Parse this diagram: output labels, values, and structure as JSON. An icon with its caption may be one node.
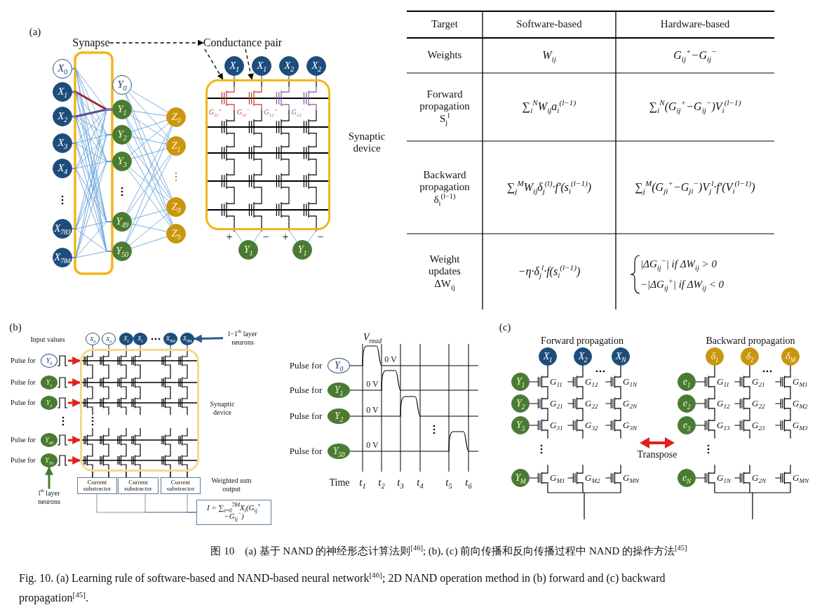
{
  "diagram": {
    "caption": "图 10　(a) 基于 NAND 的神经形态计算法则$^{[46]}$; (b), (c) 前向传播和反向传播过程中 NAND 的操作方法$^{[45]}$",
    "nodes": [
      {
        "text": [
          "Synapse"
        ]
      },
      {
        "text": [
          "Conductance pair"
        ]
      },
      {
        "text": [
          "X$_{0}$"
        ]
      },
      {
        "text": [
          "X$_{1}$"
        ]
      },
      {
        "text": [
          "X$_{2}$"
        ]
      },
      {
        "text": [
          "X$_{3}$"
        ]
      },
      {
        "text": [
          "X$_{4}$"
        ]
      },
      {
        "text": [
          "X$_{783}$"
        ]
      },
      {
        "text": [
          "X$_{784}$"
        ]
      },
      {
        "text": [
          "Y$_{0}$"
        ]
      },
      {
        "text": [
          "Y$_{1}$"
        ]
      },
      {
        "text": [
          "Y$_{2}$"
        ]
      },
      {
        "text": [
          "Y$_{3}$"
        ]
      },
      {
        "text": [
          "Y$_{49}$"
        ]
      },
      {
        "text": [
          "Y$_{50}$"
        ]
      },
      {
        "text": [
          "Z$_{0}$"
        ]
      },
      {
        "text": [
          "Z$_{1}$"
        ]
      },
      {
        "text": [
          "Z$_{8}$"
        ]
      },
      {
        "text": [
          "Z$_{9}$"
        ]
      },
      {
        "text": [],
        "shape": "box",
        "beside": [
          "Synaptic device"
        ]
      },
      {
        "text": [
          "X$_{1}$"
        ]
      },
      {
        "text": [
          "X$_{1}$"
        ]
      },
      {
        "text": [
          "X$_{2}$"
        ]
      },
      {
        "text": [
          "X$_{2}$"
        ]
      },
      {
        "text": [
          "Y$_{1}$"
        ]
      },
      {
        "text": [
          "Y$_{1}$"
        ]
      },
      {
        "text": [
          "X$_{0}$"
        ]
      },
      {
        "text": [
          "X$_{0}$"
        ]
      },
      {
        "text": [
          "X$_{1}$"
        ]
      },
      {
        "text": [
          "X$_{1}$"
        ]
      },
      {
        "text": [
          "X$_{784}$"
        ]
      },
      {
        "text": [
          "X$_{784}$"
        ]
      },
      {
        "text": [
          "l−1$^{th}$ layer neurons"
        ]
      },
      {
        "text": [
          "Y$_{0}$"
        ]
      },
      {
        "text": [
          "Y$_{1}$"
        ]
      },
      {
        "text": [
          "Y$_{2}$"
        ]
      },
      {
        "text": [
          "Y$_{49}$"
        ]
      },
      {
        "text": [
          "Y$_{50}$"
        ]
      },
      {
        "text": [],
        "shape": "box",
        "beside": [
          "Synaptic device"
        ]
      },
      {
        "text": [
          "l$^{th}$ layer neurons"
        ]
      },
      {
        "text": [
          "Current substractor"
        ]
      },
      {
        "text": [
          "Current substractor"
        ]
      },
      {
        "text": [
          "Current substractor"
        ]
      },
      {
        "text": [
          "I = ∑$_{i=0}$$^{784}$X$_{i}$(G$_{ij}$$^{+}$−G$_{ij}$$^{−}$)"
        ]
      },
      {
        "text": [
          "Y$_{0}$"
        ]
      },
      {
        "text": [
          "Y$_{1}$"
        ]
      },
      {
        "text": [
          "Y$_{2}$"
        ]
      },
      {
        "text": [
          "Y$_{50}$"
        ]
      },
      {
        "text": [
          "X$_{1}$"
        ]
      },
      {
        "text": [
          "X$_{2}$"
        ]
      },
      {
        "text": [
          "X$_{N}$"
        ]
      },
      {
        "text": [
          "Y$_{1}$"
        ]
      },
      {
        "text": [
          "Y$_{2}$"
        ]
      },
      {
        "text": [
          "Y$_{3}$"
        ]
      },
      {
        "text": [
          "Y$_{M}$"
        ]
      },
      {
        "text": [
          "δ$_{1}$"
        ]
      },
      {
        "text": [
          "δ$_{2}$"
        ]
      },
      {
        "text": [
          "δ$_{M}$"
        ]
      },
      {
        "text": [
          "e$_{1}$"
        ]
      },
      {
        "text": [
          "e$_{2}$"
        ]
      },
      {
        "text": [
          "e$_{3}$"
        ]
      },
      {
        "text": [
          "e$_{N}$"
        ]
      }
    ],
    "edges": [
      {
        "from": 0,
        "to": 1,
        "arrow": "to",
        "style": "dashed",
        "color": "#000000"
      },
      {
        "from": 1,
        "to": 19,
        "arrow": "to",
        "style": "dashed",
        "color": "#000000"
      },
      {
        "from": 1,
        "to": 19,
        "arrow": "to",
        "style": "dashed",
        "color": "#000000"
      },
      {
        "from": 2,
        "to": 10,
        "arrow": "none"
      },
      {
        "from": 2,
        "to": 11,
        "arrow": "none"
      },
      {
        "from": 2,
        "to": 12,
        "arrow": "none"
      },
      {
        "from": 2,
        "to": 13,
        "arrow": "none"
      },
      {
        "from": 2,
        "to": 14,
        "arrow": "none"
      },
      {
        "from": 3,
        "to": 10,
        "arrow": "none",
        "style": "thick",
        "color": "#a3283a"
      },
      {
        "from": 3,
        "to": 11,
        "arrow": "none"
      },
      {
        "from": 3,
        "to": 12,
        "arrow": "none"
      },
      {
        "from": 3,
        "to": 13,
        "arrow": "none"
      },
      {
        "from": 3,
        "to": 14,
        "arrow": "none"
      },
      {
        "from": 4,
        "to": 10,
        "arrow": "none",
        "style": "thick",
        "color": "#5b4a8e"
      },
      {
        "from": 4,
        "to": 11,
        "arrow": "none"
      },
      {
        "from": 4,
        "to": 12,
        "arrow": "none"
      },
      {
        "from": 4,
        "to": 13,
        "arrow": "none"
      },
      {
        "from": 4,
        "to": 14,
        "arrow": "none"
      },
      {
        "from": 5,
        "to": 10,
        "arrow": "none"
      },
      {
        "from": 5,
        "to": 11,
        "arrow": "none"
      },
      {
        "from": 5,
        "to": 12,
        "arrow": "none"
      },
      {
        "from": 5,
        "to": 13,
        "arrow": "none"
      },
      {
        "from": 5,
        "to": 14,
        "arrow": "none"
      },
      {
        "from": 6,
        "to": 10,
        "arrow": "none"
      },
      {
        "from": 6,
        "to": 11,
        "arrow": "none"
      },
      {
        "from": 6,
        "to": 12,
        "arrow": "none"
      },
      {
        "from": 6,
        "to": 13,
        "arrow": "none"
      },
      {
        "from": 6,
        "to": 14,
        "arrow": "none"
      },
      {
        "from": 7,
        "to": 10,
        "arrow": "none"
      },
      {
        "from": 7,
        "to": 11,
        "arrow": "none"
      },
      {
        "from": 7,
        "to": 12,
        "arrow": "none"
      },
      {
        "from": 7,
        "to": 13,
        "arrow": "none"
      },
      {
        "from": 7,
        "to": 14,
        "arrow": "none"
      },
      {
        "from": 8,
        "to": 10,
        "arrow": "none"
      },
      {
        "from": 8,
        "to": 11,
        "arrow": "none"
      },
      {
        "from": 8,
        "to": 12,
        "arrow": "none"
      },
      {
        "from": 8,
        "to": 13,
        "arrow": "none"
      },
      {
        "from": 8,
        "to": 14,
        "arrow": "none"
      },
      {
        "from": 9,
        "to": 15,
        "arrow": "none"
      },
      {
        "from": 9,
        "to": 16,
        "arrow": "none"
      },
      {
        "from": 9,
        "to": 17,
        "arrow": "none"
      },
      {
        "from": 9,
        "to": 18,
        "arrow": "none"
      },
      {
        "from": 10,
        "to": 15,
        "arrow": "none"
      },
      {
        "from": 10,
        "to": 16,
        "arrow": "none"
      },
      {
        "from": 10,
        "to": 17,
        "arrow": "none"
      },
      {
        "from": 10,
        "to": 18,
        "arrow": "none"
      },
      {
        "from": 11,
        "to": 15,
        "arrow": "none"
      },
      {
        "from": 11,
        "to": 16,
        "arrow": "none"
      },
      {
        "from": 11,
        "to": 17,
        "arrow": "none"
      },
      {
        "from": 11,
        "to": 18,
        "arrow": "none"
      },
      {
        "from": 12,
        "to": 15,
        "arrow": "none"
      },
      {
        "from": 12,
        "to": 16,
        "arrow": "none"
      },
      {
        "from": 12,
        "to": 17,
        "arrow": "none"
      },
      {
        "from": 12,
        "to": 18,
        "arrow": "none"
      },
      {
        "from": 13,
        "to": 15,
        "arrow": "none"
      },
      {
        "from": 13,
        "to": 16,
        "arrow": "none"
      },
      {
        "from": 13,
        "to": 17,
        "arrow": "none"
      },
      {
        "from": 13,
        "to": 18,
        "arrow": "none"
      },
      {
        "from": 14,
        "to": 15,
        "arrow": "none"
      },
      {
        "from": 14,
        "to": 16,
        "arrow": "none"
      },
      {
        "from": 14,
        "to": 17,
        "arrow": "none"
      },
      {
        "from": 14,
        "to": 18,
        "arrow": "none"
      },
      {
        "from": 20,
        "to": 19,
        "arrow": "none",
        "color": "#000000"
      },
      {
        "from": 21,
        "to": 19,
        "arrow": "none",
        "color": "#000000"
      },
      {
        "from": 22,
        "to": 19,
        "arrow": "none",
        "color": "#000000"
      },
      {
        "from": 23,
        "to": 19,
        "arrow": "none",
        "color": "#000000"
      },
      {
        "from": 24,
        "to": 19,
        "arrow": "none",
        "label": "+"
      },
      {
        "from": 24,
        "to": 19,
        "arrow": "none",
        "label": "−"
      },
      {
        "from": 25,
        "to": 19,
        "arrow": "none",
        "label": "+"
      },
      {
        "from": 25,
        "to": 19,
        "arrow": "none",
        "label": "−"
      },
      {
        "from": 32,
        "to": 31,
        "arrow": "to",
        "style": "thick",
        "color": "#2e5b8a"
      },
      {
        "from": 26,
        "to": 38,
        "arrow": "none",
        "color": "#000000"
      },
      {
        "from": 27,
        "to": 38,
        "arrow": "none",
        "color": "#000000"
      },
      {
        "from": 28,
        "to": 38,
        "arrow": "none",
        "color": "#000000"
      },
      {
        "from": 29,
        "to": 38,
        "arrow": "none",
        "color": "#000000"
      },
      {
        "from": 30,
        "to": 38,
        "arrow": "none",
        "color": "#000000"
      },
      {
        "from": 31,
        "to": 38,
        "arrow": "none",
        "color": "#000000"
      },
      {
        "from": null,
        "to": 38,
        "arrow": "to",
        "style": "thick",
        "color": "#e0201b"
      },
      {
        "from": null,
        "to": 38,
        "arrow": "to",
        "style": "thick",
        "color": "#e0201b"
      },
      {
        "from": null,
        "to": 38,
        "arrow": "to",
        "style": "thick",
        "color": "#e0201b"
      },
      {
        "from": null,
        "to": 38,
        "arrow": "to",
        "style": "thick",
        "color": "#e0201b"
      },
      {
        "from": null,
        "to": 38,
        "arrow": "to",
        "style": "thick",
        "color": "#e0201b"
      },
      {
        "from": 39,
        "to": 37,
        "arrow": "to",
        "style": "thick",
        "color": "#4a7b34"
      },
      {
        "from": 38,
        "to": 40,
        "arrow": "none",
        "color": "#000000"
      },
      {
        "from": 38,
        "to": 40,
        "arrow": "none",
        "color": "#000000"
      },
      {
        "from": 38,
        "to": 41,
        "arrow": "none",
        "color": "#000000"
      },
      {
        "from": 38,
        "to": 41,
        "arrow": "none",
        "color": "#000000"
      },
      {
        "from": 38,
        "to": 42,
        "arrow": "none",
        "color": "#000000"
      },
      {
        "from": 38,
        "to": 42,
        "arrow": "none",
        "color": "#000000"
      },
      {
        "from": 40,
        "to": 43,
        "arrow": "none",
        "color": "#5a7fa0"
      },
      {
        "from": 41,
        "to": 43,
        "arrow": "none",
        "color": "#5a7fa0"
      },
      {
        "from": 42,
        "to": 43,
        "arrow": "none",
        "color": "#5a7fa0"
      }
    ],
    "labels": [
      "(a)",
      "G$_{11}$$^{+}$",
      "G$_{11}$$^{−}$",
      "G$_{12}$$^{+}$",
      "G$_{12}$$^{−}$",
      "Target",
      "Software-based",
      "Hardware-based",
      "Weights",
      "W$_{ij}$",
      "G$_{ij}$$^{+}$−G$_{ij}$$^{−}$",
      "Forward propagation S$_{j}$$^{l}$",
      "∑$_{i}$$^{N}$W$_{ij}$a$_{i}$$^{(l−1)}$",
      "∑$_{i}$$^{N}$(G$_{ij}$$^{+}$−G$_{ij}$$^{−}$)V$_{i}$$^{(l−1)}$",
      "Backward propagation δ$_{i}$$^{(l−1)}$",
      "∑$_{j}$$^{M}$W$_{ij}$δ$_{j}$$^{(l)}$·f′(s$_{i}$$^{(l−1)}$)",
      "∑$_{j}$$^{M}$(G$_{ji}$$^{+}$−G$_{ji}$$^{−}$)V$_{j}$$^{l}$·f′(V$_{i}$$^{(l−1)}$)",
      "Weight updates ΔW$_{ij}$",
      "−η·δ$_{j}$$^{l}$·f(s$_{i}$$^{(l−1)}$)",
      "|ΔG$_{ij}$$^{−}$| if ΔW$_{ij}$ > 0",
      "−|ΔG$_{ij}$$^{+}$| if ΔW$_{ij}$ < 0",
      "(b)",
      "Input values",
      "Pulse for",
      "Pulse for",
      "Pulse for",
      "Pulse for",
      "Pulse for",
      "Weighted sum output",
      "V$_{read}$",
      "0 V",
      "0 V",
      "0 V",
      "0 V",
      "Pulse for",
      "Pulse for",
      "Pulse for",
      "Pulse for",
      "Time",
      "t$_{1}$",
      "t$_{2}$",
      "t$_{3}$",
      "t$_{4}$",
      "t$_{5}$",
      "t$_{6}$",
      "(c)",
      "Forward propagation",
      "Backward propagation",
      "G$_{11}$",
      "G$_{12}$",
      "G$_{1N}$",
      "G$_{21}$",
      "G$_{22}$",
      "G$_{2N}$",
      "G$_{31}$",
      "G$_{32}$",
      "G$_{3N}$",
      "G$_{M1}$",
      "G$_{M2}$",
      "G$_{MN}$",
      "G$_{11}$",
      "G$_{21}$",
      "G$_{M1}$",
      "G$_{12}$",
      "G$_{22}$",
      "G$_{M2}$",
      "G$_{13}$",
      "G$_{23}$",
      "G$_{M3}$",
      "G$_{1N}$",
      "G$_{2N}$",
      "G$_{MN}$",
      "Transpose",
      "Fig. 10. (a) Learning rule of software-based and NAND-based neural network$^{[46]}$; 2D NAND operation method in (b) forward and (c) backward propagation$^{[45]}$."
    ]
  }
}
